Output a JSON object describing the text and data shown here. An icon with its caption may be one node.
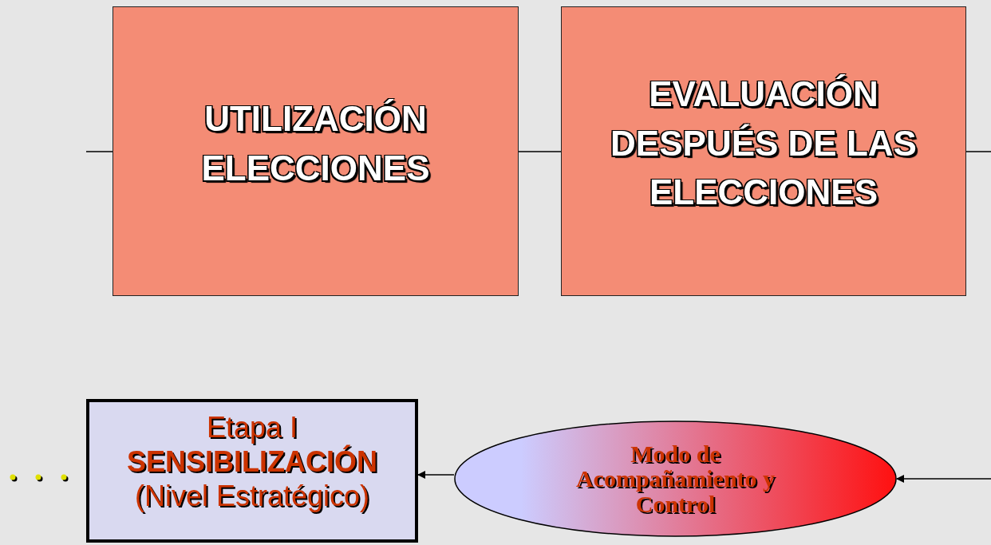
{
  "diagram": {
    "nodes": [
      {
        "text": [
          "UTILIZACIÓN ELECCIONES"
        ]
      },
      {
        "text": [
          "EVALUACIÓN DESPUÉS DE LAS ELECCIONES"
        ]
      },
      {
        "text": [
          "Etapa I",
          "SENSIBILIZACIÓN",
          "(Nivel Estratégico)"
        ]
      },
      {
        "text": [
          "Modo de Acompañamiento y Control"
        ]
      }
    ],
    "edges": [
      {
        "from": null,
        "to": 0,
        "arrow": "none"
      },
      {
        "from": 0,
        "to": 1,
        "arrow": "none"
      },
      {
        "from": 1,
        "to": null,
        "arrow": "none"
      },
      {
        "from": 3,
        "to": 2,
        "arrow": "to"
      },
      {
        "from": null,
        "to": 3,
        "arrow": "to"
      }
    ]
  }
}
